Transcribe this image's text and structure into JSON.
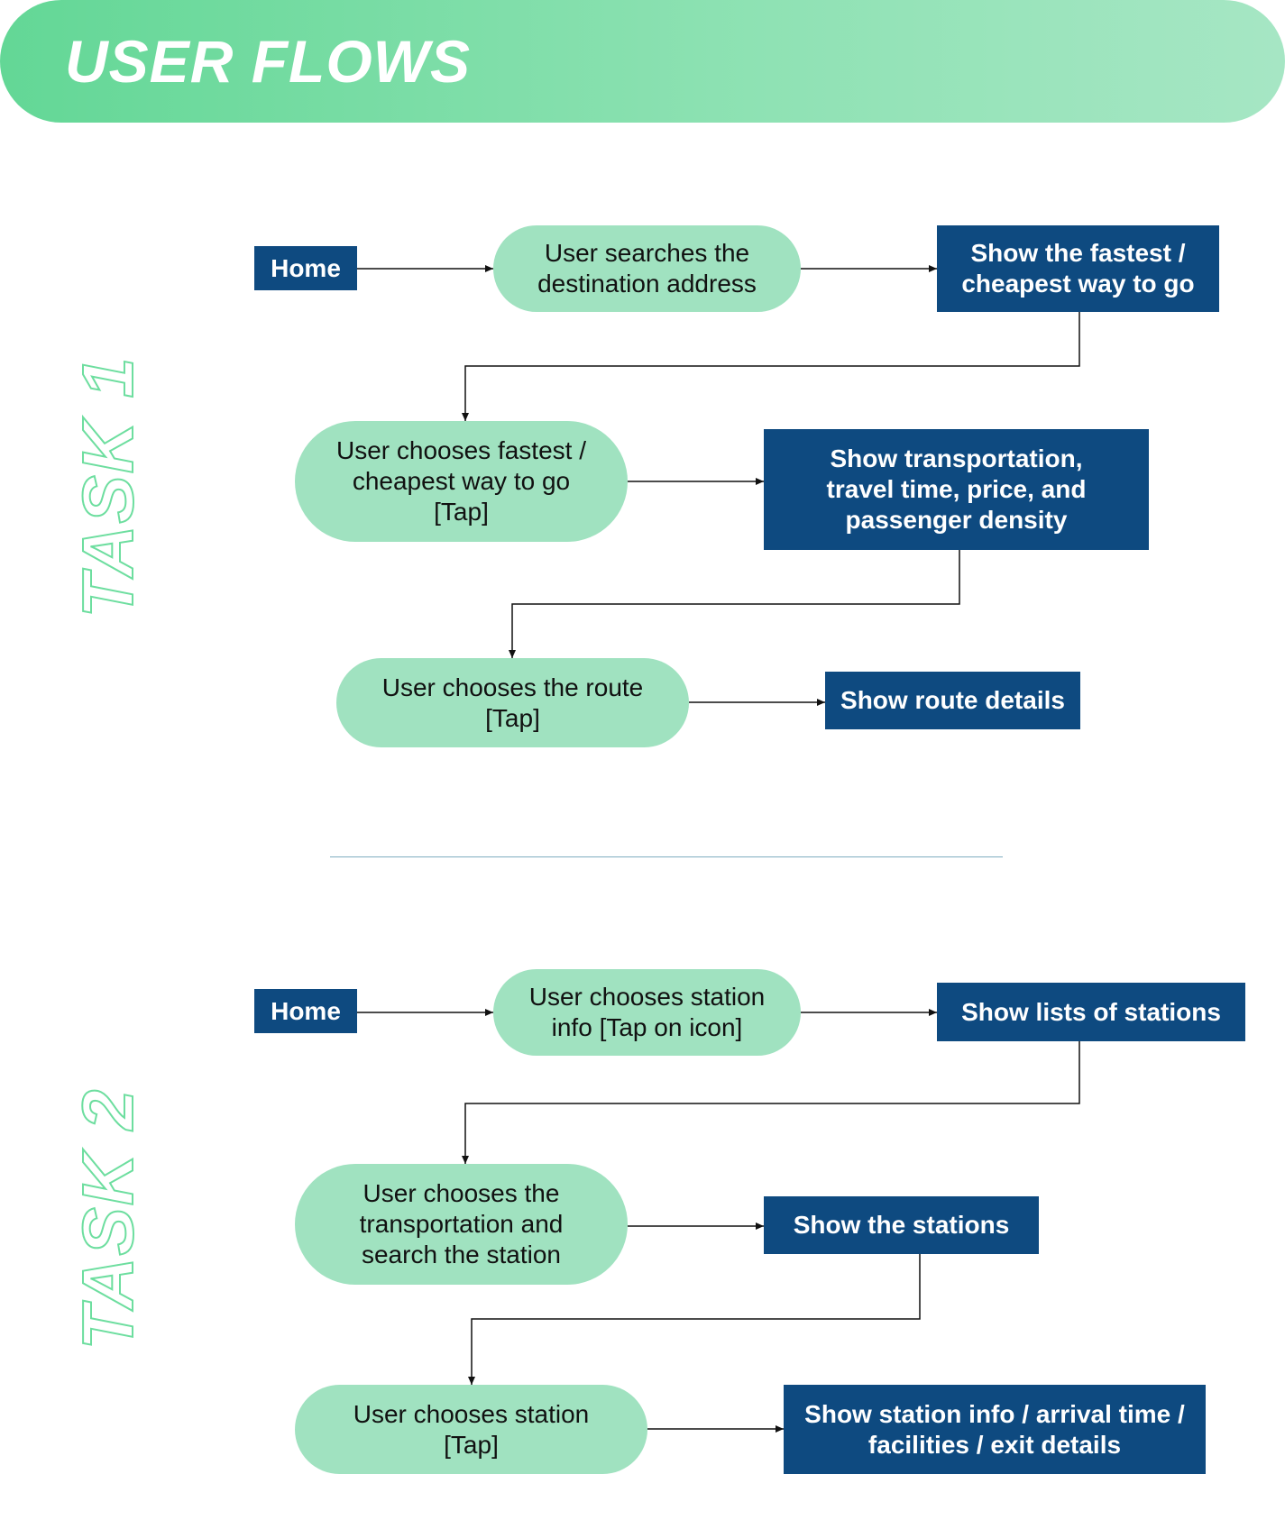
{
  "header": {
    "title": "USER FLOWS"
  },
  "tasks": [
    {
      "label": "TASK 1",
      "nodes": {
        "home": "Home",
        "search": "User searches the\ndestination address",
        "fastest": "Show the fastest /\ncheapest way to go",
        "choose_way": "User chooses fastest /\ncheapest way to go\n[Tap]",
        "transport_info": "Show transportation,\ntravel time,  price, and\npassenger density",
        "choose_route": "User chooses the route\n[Tap]",
        "route_details": "Show route details"
      }
    },
    {
      "label": "TASK 2",
      "nodes": {
        "home": "Home",
        "station_info": "User chooses station\ninfo [Tap on icon]",
        "station_list": "Show lists of stations",
        "choose_transport": "User chooses the\ntransportation and\nsearch the station",
        "show_stations": "Show the stations",
        "choose_station": "User chooses station\n[Tap]",
        "station_details": "Show station info / arrival time /\nfacilities / exit details"
      }
    }
  ],
  "colors": {
    "action_box": "#0e4a80",
    "user_step": "#a0e2c0",
    "header": "#63d796",
    "task_outline": "#6dde9f"
  }
}
